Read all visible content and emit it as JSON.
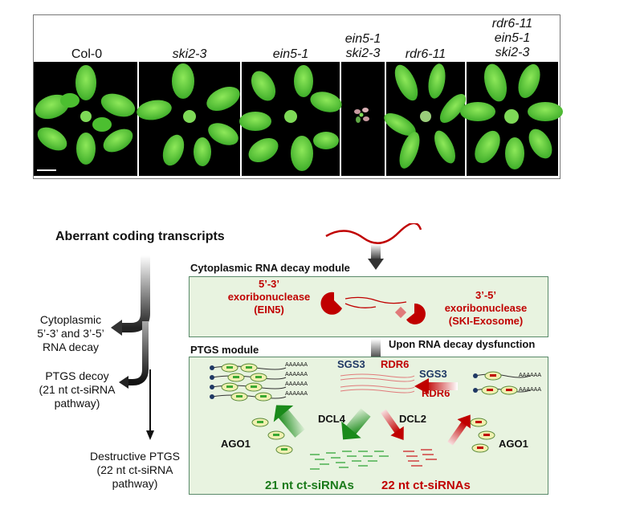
{
  "genotypes": [
    {
      "lines": [
        "Col-0"
      ],
      "italic": false
    },
    {
      "lines": [
        "ski2-3"
      ],
      "italic": true
    },
    {
      "lines": [
        "ein5-1"
      ],
      "italic": true
    },
    {
      "lines": [
        "ein5-1",
        "ski2-3"
      ],
      "italic": true
    },
    {
      "lines": [
        "rdr6-11"
      ],
      "italic": true
    },
    {
      "lines": [
        "rdr6-11",
        "ein5-1",
        "ski2-3"
      ],
      "italic": true
    }
  ],
  "left": {
    "title": "Aberrant coding transcripts",
    "step1": [
      "Cytoplasmic",
      "5’-3’ and 3’-5’",
      "RNA decay"
    ],
    "step2": [
      "PTGS decoy",
      "(21 nt ct-siRNA",
      "pathway)"
    ],
    "step3": [
      "Destructive PTGS",
      "(22 nt ct-siRNA",
      "pathway)"
    ]
  },
  "decay_module": {
    "title": "Cytoplasmic RNA decay module",
    "exo53": [
      "5’-3’",
      "exoribonuclease",
      "(EIN5)"
    ],
    "exo35": [
      "3’-5’",
      "exoribonuclease",
      "(SKI-Exosome)"
    ]
  },
  "dysfunction_label": "Upon RNA decay dysfunction",
  "ptgs_module": {
    "title": "PTGS module",
    "sgs3": "SGS3",
    "rdr6": "RDR6",
    "polyA": "AAAAAA",
    "ago1": "AGO1",
    "dcl4": "DCL4",
    "dcl2": "DCL2",
    "sirna21": "21 nt ct-siRNAs",
    "sirna22": "22 nt ct-siRNAs"
  },
  "colors": {
    "panel_fill": "#e8f3e0",
    "panel_border": "#5a8a6a",
    "red": "#c00000",
    "navy": "#1f3864",
    "green": "#1a7a1a",
    "leaf": "#5fcf3a"
  }
}
